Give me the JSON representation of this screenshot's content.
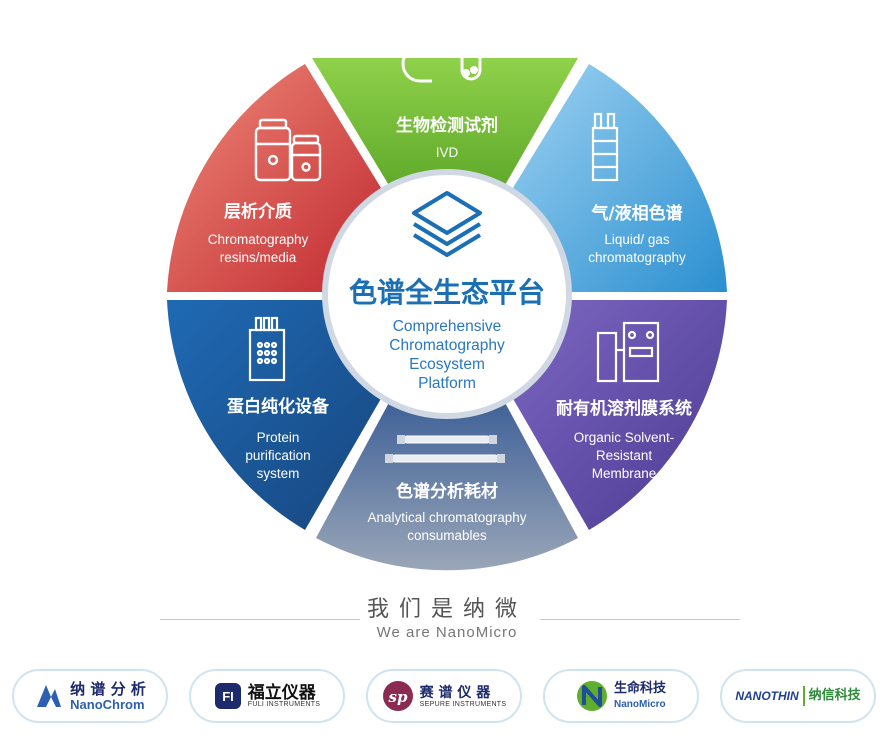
{
  "center": {
    "title": "色谱全生态平台",
    "subtitle_lines": [
      "Comprehensive",
      "Chromatography",
      "Ecosystem",
      "Platform"
    ],
    "icon": "stacked-layers-icon"
  },
  "segments": [
    {
      "key": "ivd",
      "title": "生物检测试剂",
      "subtitle_lines": [
        "IVD"
      ],
      "icon": "magnet-tube-icon",
      "color": "#7cc33a"
    },
    {
      "key": "lc_gc",
      "title": "气/液相色谱",
      "subtitle_lines": [
        "Liquid/ gas",
        "chromatography"
      ],
      "icon": "instrument-icon",
      "color": "#3ea3dc"
    },
    {
      "key": "membrane",
      "title": "耐有机溶剂膜系统",
      "subtitle_lines": [
        "Organic Solvent-",
        "Resistant",
        "Membrane"
      ],
      "icon": "membrane-system-icon",
      "color": "#6a4fa8"
    },
    {
      "key": "consumables",
      "title": "色谱分析耗材",
      "subtitle_lines": [
        "Analytical chromatography",
        "consumables"
      ],
      "icon": "column-icon",
      "color": "#6b7d9a"
    },
    {
      "key": "protein",
      "title": "蛋白纯化设备",
      "subtitle_lines": [
        "Protein",
        "purification",
        "system"
      ],
      "icon": "purification-device-icon",
      "color": "#1c5ca3"
    },
    {
      "key": "resins",
      "title": "层析介质",
      "subtitle_lines": [
        "Chromatography",
        "resins/media"
      ],
      "icon": "bottles-icon",
      "color": "#d9413f"
    }
  ],
  "tagline": {
    "cn": "我们是纳微",
    "en": "We are NanoMicro"
  },
  "logos": [
    {
      "key": "nanochrom",
      "cn": "纳 谱 分 析",
      "en": "NanoChrom",
      "icon": "nanochrom-logo-icon"
    },
    {
      "key": "fuli",
      "cn": "福立仪器",
      "en": "FULI INSTRUMENTS",
      "icon": "fuli-logo-icon"
    },
    {
      "key": "sepure",
      "cn": "赛 谱 仪 器",
      "en": "SEPURE INSTRUMENTS",
      "icon": "sepure-logo-icon"
    },
    {
      "key": "nanomicro_life",
      "cn": "生命科技",
      "en": "NanoMicro",
      "icon": "nanomicro-life-logo-icon"
    },
    {
      "key": "nanothin",
      "cn": "纳信科技",
      "en": "NANOTHIN",
      "icon": "nanothin-logo-icon"
    }
  ]
}
